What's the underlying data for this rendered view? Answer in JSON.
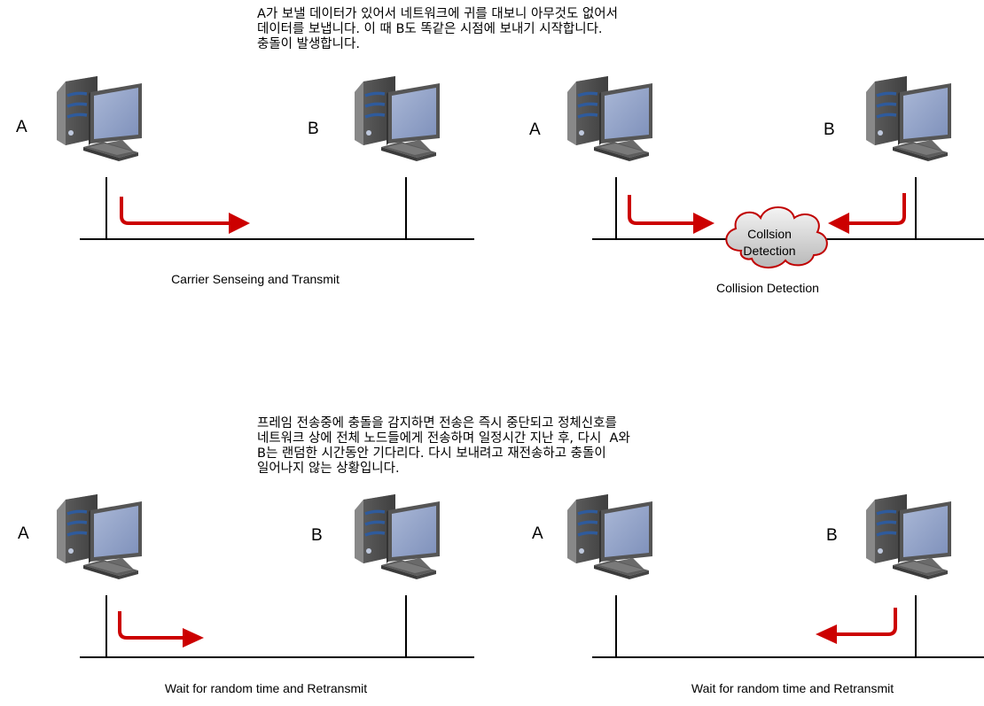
{
  "colors": {
    "arrow": "#cc0000",
    "line": "#000000",
    "cloud_stroke": "#c00000"
  },
  "notes": {
    "top": "A가 보낼 데이터가 있어서 네트워크에 귀를 대보니 아무것도 없어서\n데이터를 보냅니다. 이 때 B도 똑같은 시점에 보내기 시작합니다.\n충돌이 발생합니다.",
    "bottom": "프레임 전송중에 충돌을 감지하면 전송은 즉시 중단되고 정체신호를\n네트워크 상에 전체 노드들에게 전송하며 일정시간 지난 후, 다시  A와\nB는 랜덤한 시간동안 기다리다. 다시 보내려고 재전송하고 충돌이\n일어나지 않는 상황입니다."
  },
  "panels": [
    {
      "node_a": "A",
      "node_b": "B",
      "caption": "Carrier Senseing and Transmit",
      "arrows": "a-right"
    },
    {
      "node_a": "A",
      "node_b": "B",
      "caption": "Collision Detection",
      "cloud_label": "Collsion Detection",
      "arrows": "both"
    },
    {
      "node_a": "A",
      "node_b": "B",
      "caption": "Wait for random time and Retransmit",
      "arrows": "a-right"
    },
    {
      "node_a": "A",
      "node_b": "B",
      "caption": "Wait for random time and Retransmit",
      "arrows": "b-left"
    }
  ],
  "icons": {
    "computer": "desktop-computer-icon",
    "cloud": "cloud-icon"
  }
}
